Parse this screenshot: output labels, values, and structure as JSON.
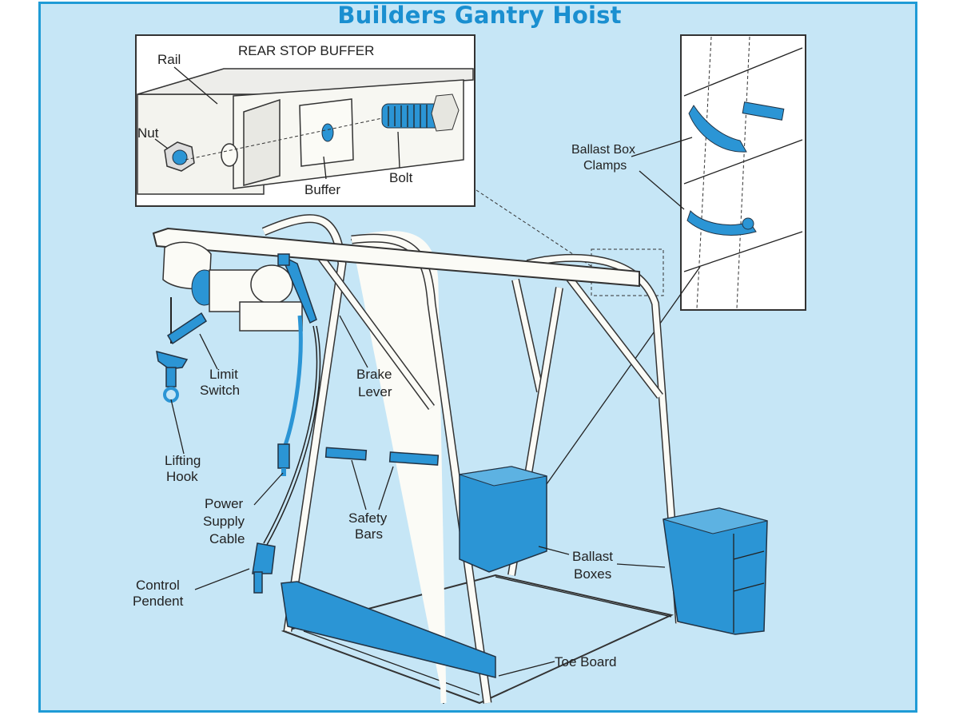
{
  "title": "Builders Gantry Hoist",
  "inset_rear_stop": {
    "heading": "REAR STOP BUFFER",
    "labels": {
      "rail": "Rail",
      "nut": "Nut",
      "buffer": "Buffer",
      "bolt": "Bolt"
    }
  },
  "inset_clamps": {
    "label_line1": "Ballast Box",
    "label_line2": "Clamps"
  },
  "labels": {
    "limit_switch": [
      "Limit",
      "Switch"
    ],
    "brake_lever": [
      "Brake",
      "Lever"
    ],
    "lifting_hook": [
      "Lifting",
      "Hook"
    ],
    "power_supply_cable": [
      "Power",
      "Supply",
      "Cable"
    ],
    "safety_bars": [
      "Safety",
      "Bars"
    ],
    "ballast_boxes": [
      "Ballast",
      "Boxes"
    ],
    "control_pendent": [
      "Control",
      "Pendent"
    ],
    "toe_board": "Toe Board"
  },
  "colors": {
    "panel_bg": "#c6e6f6",
    "accent_blue": "#2b95d5",
    "title_blue": "#1a8fd0",
    "frame_white": "#fbfbf6"
  }
}
